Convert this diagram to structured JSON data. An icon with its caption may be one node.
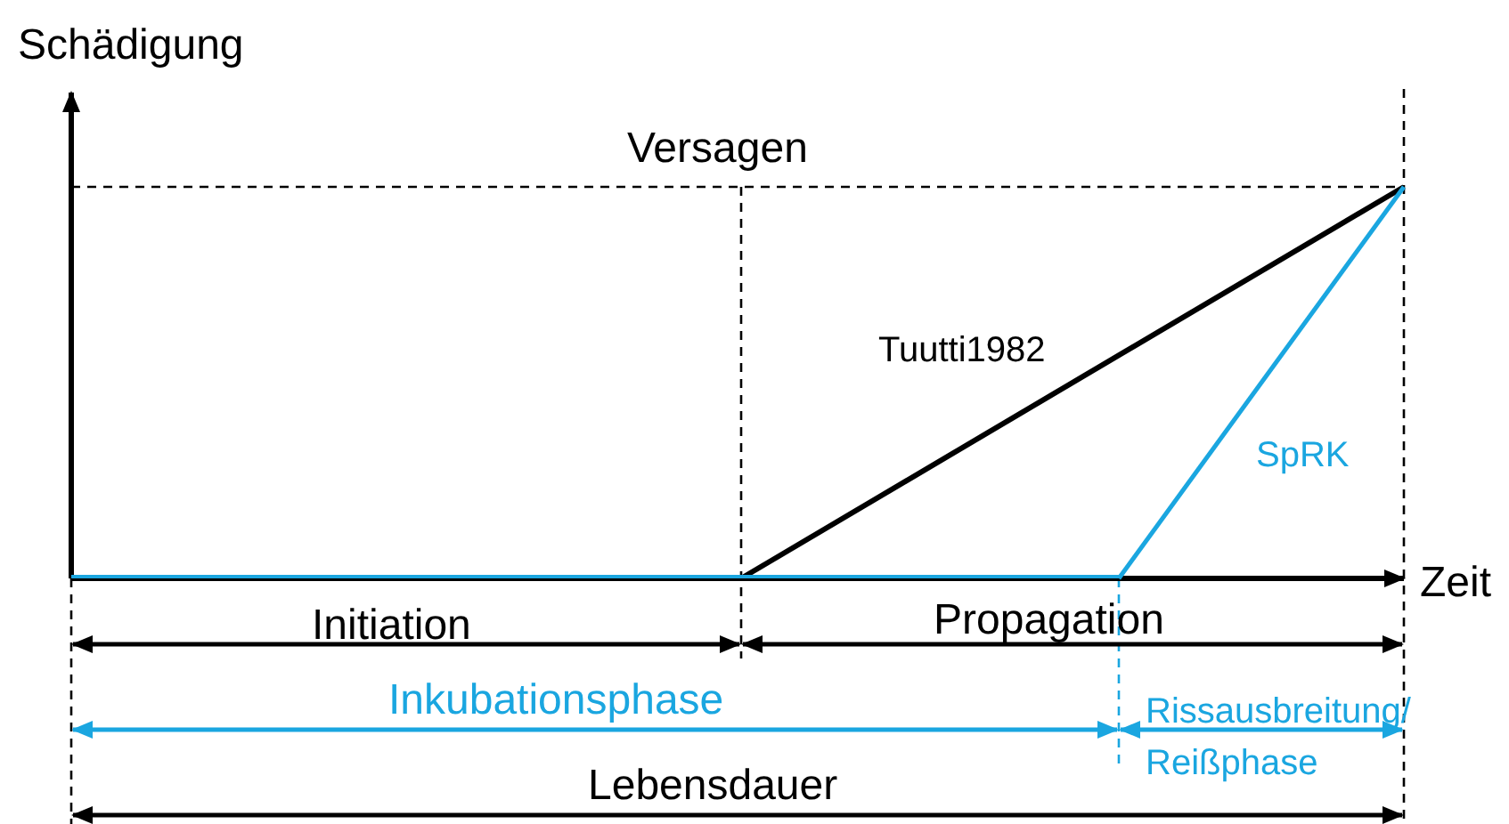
{
  "diagram": {
    "labels": [
      "Schädigung",
      "Versagen",
      "Tuutti1982",
      "SpRK",
      "Zeit",
      "Initiation",
      "Propagation",
      "Inkubationsphase",
      "Rissausbreitung/ Reißphase",
      "Lebensdauer"
    ]
  }
}
